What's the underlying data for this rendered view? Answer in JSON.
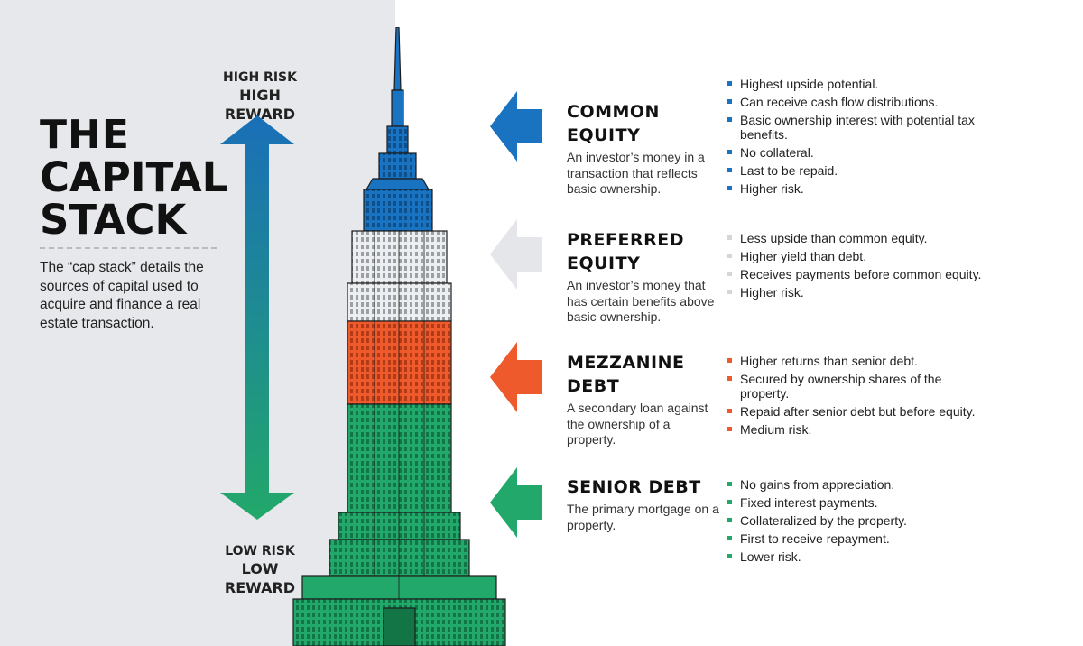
{
  "title": {
    "line1": "THE",
    "line2": "CAPITAL",
    "line3": "STACK"
  },
  "description": "The “cap stack” details the sources of capital used to acquire and finance a real estate transaction.",
  "risk_scale": {
    "top_line1": "HIGH RISK",
    "top_line2": "HIGH REWARD",
    "bottom_line1": "LOW RISK",
    "bottom_line2": "LOW REWARD",
    "gradient_top": "#1a6fb8",
    "gradient_bottom": "#22a86a"
  },
  "colors": {
    "common": "#1a73c0",
    "preferred": "#e4e6ea",
    "preferred_bullet": "#d3d6da",
    "mezzanine": "#ef5a2d",
    "senior": "#22a86a"
  },
  "sections": [
    {
      "title_line1": "COMMON",
      "title_line2": "EQUITY",
      "desc": "An investor’s money in a transaction that reflects basic ownership.",
      "bullets": [
        "Highest upside potential.",
        "Can receive cash flow distributions.",
        "Basic ownership interest with potential tax benefits.",
        "No collateral.",
        "Last to be repaid.",
        "Higher risk."
      ]
    },
    {
      "title_line1": "PREFERRED",
      "title_line2": "EQUITY",
      "desc": "An investor’s money that has certain benefits above basic ownership.",
      "bullets": [
        "Less upside than common equity.",
        "Higher yield than debt.",
        "Receives payments before common equity.",
        "Higher risk."
      ]
    },
    {
      "title_line1": "MEZZANINE",
      "title_line2": "DEBT",
      "desc": "A secondary loan against the ownership of a property.",
      "bullets": [
        "Higher returns than senior debt.",
        "Secured by ownership shares of the property.",
        "Repaid after senior debt but before equity.",
        "Medium risk."
      ]
    },
    {
      "title_line1": "SENIOR DEBT",
      "title_line2": "",
      "desc": "The primary mortgage on a property.",
      "bullets": [
        "No gains from appreciation.",
        "Fixed interest payments.",
        "Collateralized by the property.",
        "First to receive repayment.",
        "Lower risk."
      ]
    }
  ]
}
